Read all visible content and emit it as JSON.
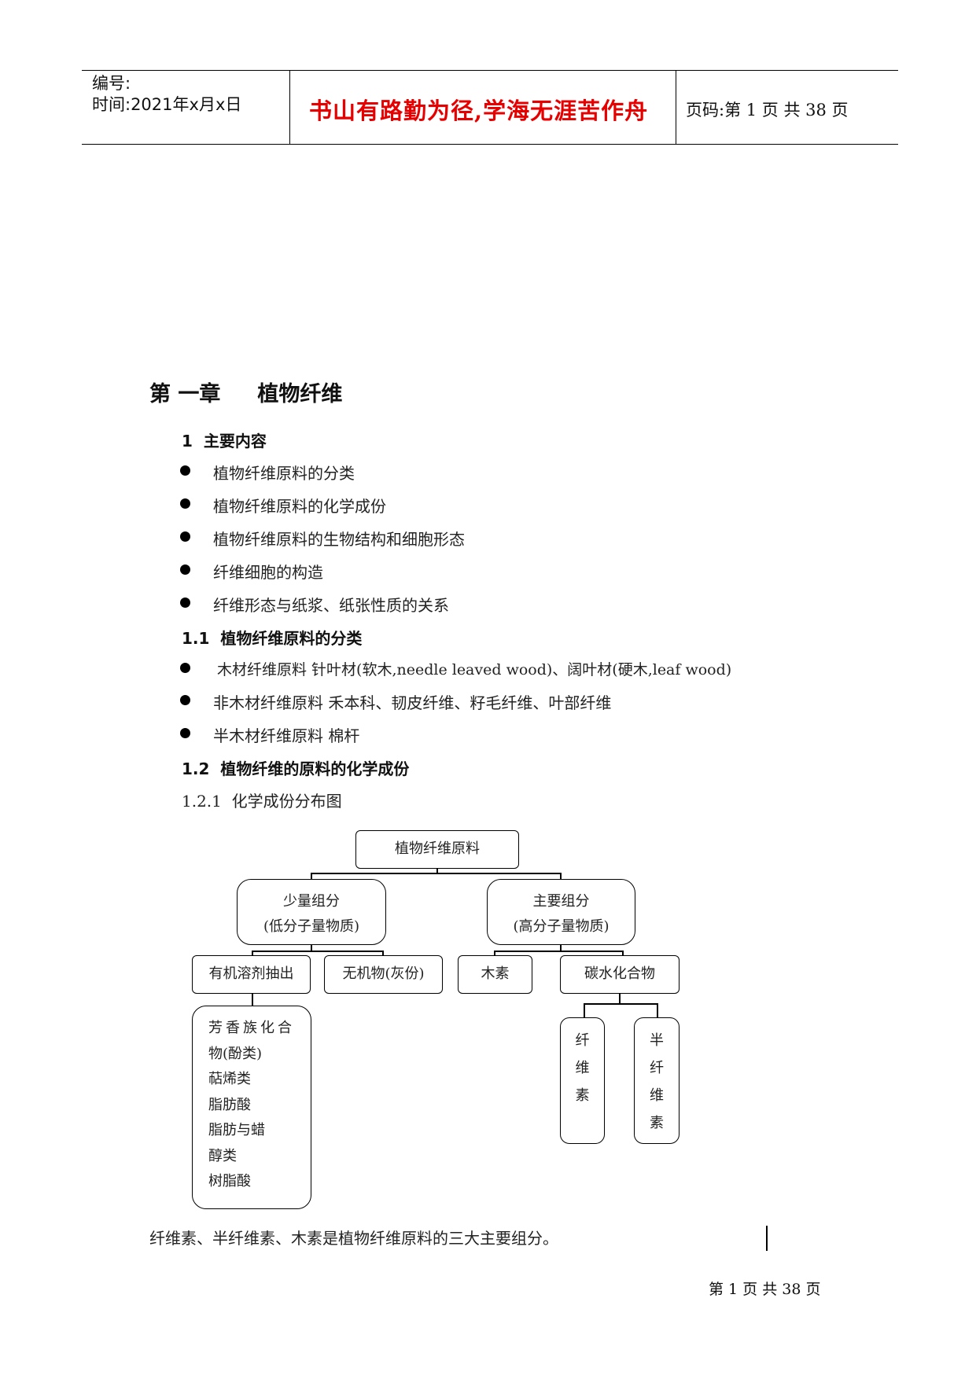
{
  "header": {
    "number_label": "编号:",
    "time_label": "时间:2021年x月x日",
    "motto": "书山有路勤为径,学海无涯苦作舟",
    "page_label": "页码:第 1 页  共 38 页"
  },
  "chapter": {
    "title": "第 一章     植物纤维"
  },
  "section1": {
    "title": "1  主要内容",
    "bullets": [
      "植物纤维原料的分类",
      "植物纤维原料的化学成份",
      "植物纤维原料的生物结构和细胞形态",
      "纤维细胞的构造",
      "纤维形态与纸浆、纸张性质的关系"
    ]
  },
  "section11": {
    "title": "1.1  植物纤维原料的分类",
    "bullets": [
      "木材纤维原料 针叶材(软木,needle leaved wood)、阔叶材(硬木,leaf wood)",
      "非木材纤维原料 禾本科、韧皮纤维、籽毛纤维、叶部纤维",
      "半木材纤维原料 棉杆"
    ]
  },
  "section12": {
    "title": "1.2  植物纤维的原料的化学成份",
    "subtitle": "1.2.1  化学成份分布图"
  },
  "diagram": {
    "root": "植物纤维原料",
    "minor_line1": "少量组分",
    "minor_line2": "(低分子量物质)",
    "major_line1": "主要组分",
    "major_line2": "(高分子量物质)",
    "organic": "有机溶剂抽出",
    "inorganic": "无机物(灰份)",
    "lignin": "木素",
    "carbohydrate": "碳水化合物",
    "extractives": [
      "芳香族化合",
      "物(酚类)",
      "萜烯类",
      "脂肪酸",
      "脂肪与蜡",
      "醇类",
      "树脂酸"
    ],
    "cellulose": [
      "纤",
      "维",
      "素"
    ],
    "hemicellulose": [
      "半",
      "纤",
      "维",
      "素"
    ]
  },
  "summary": "纤维素、半纤维素、木素是植物纤维原料的三大主要组分。",
  "footer": "第 1 页 共 38 页"
}
